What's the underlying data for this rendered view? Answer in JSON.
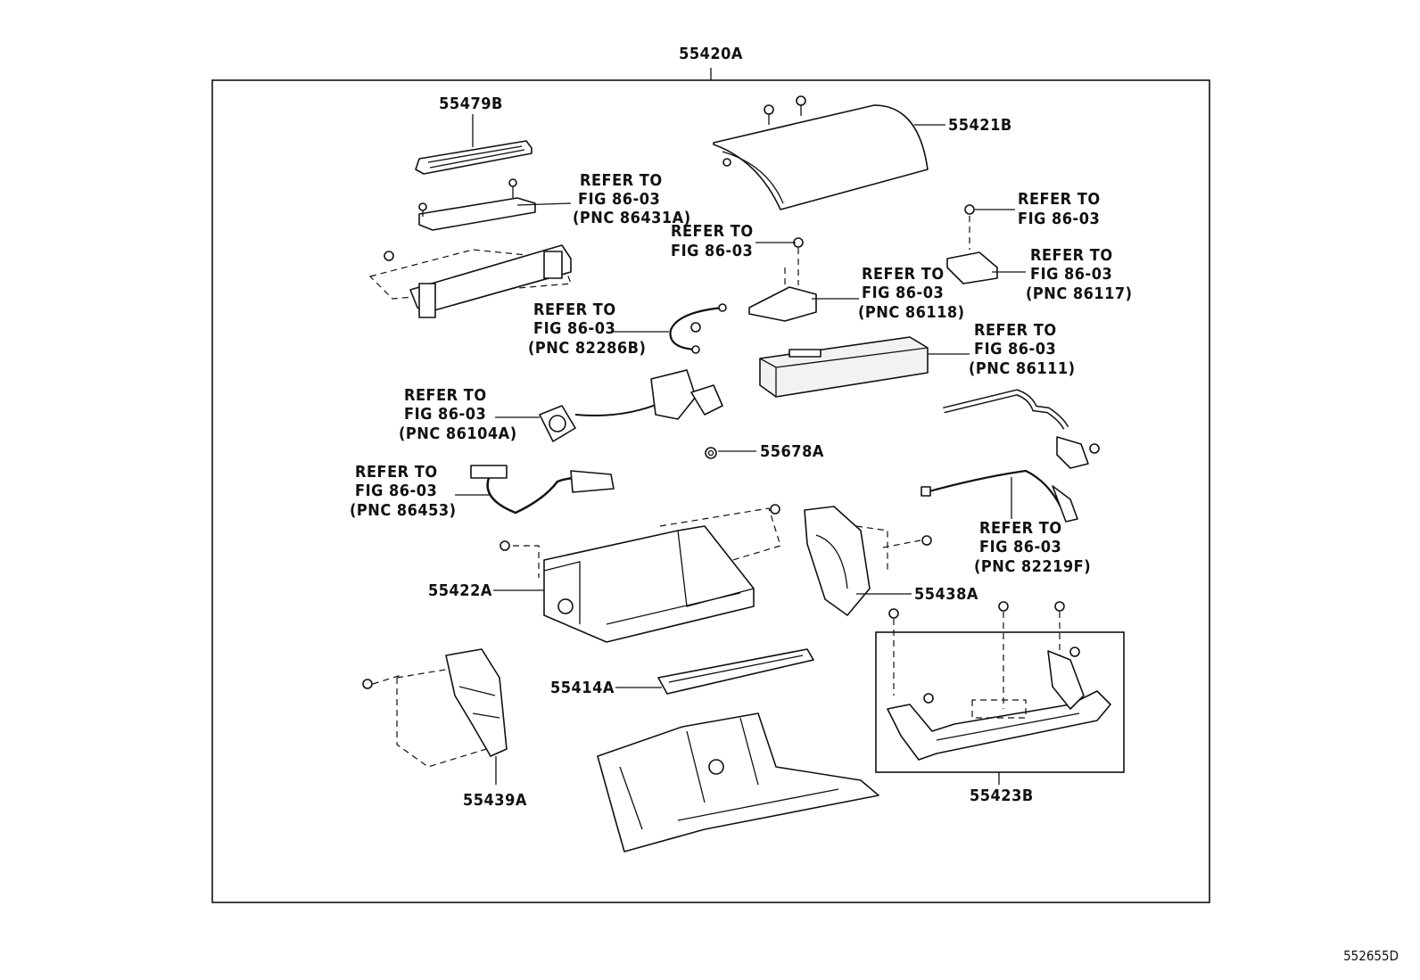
{
  "diagram_id": "552655D",
  "parts": {
    "p55420A": "55420A",
    "p55479B": "55479B",
    "p55421B": "55421B",
    "p55678A": "55678A",
    "p55422A": "55422A",
    "p55438A": "55438A",
    "p55414A": "55414A",
    "p55439A": "55439A",
    "p55423B": "55423B"
  },
  "refs": {
    "r86431A": {
      "l1": "REFER TO",
      "l2": "FIG 86-03",
      "l3": "(PNC 86431A)"
    },
    "r_fig_a": {
      "l1": "REFER TO",
      "l2": "FIG 86-03"
    },
    "r_fig_b": {
      "l1": "REFER TO",
      "l2": "FIG 86-03"
    },
    "r86117": {
      "l1": "REFER TO",
      "l2": "FIG 86-03",
      "l3": "(PNC 86117)"
    },
    "r86118": {
      "l1": "REFER TO",
      "l2": "FIG 86-03",
      "l3": "(PNC 86118)"
    },
    "r82286B": {
      "l1": "REFER TO",
      "l2": "FIG 86-03",
      "l3": "(PNC 82286B)"
    },
    "r86111": {
      "l1": "REFER TO",
      "l2": "FIG 86-03",
      "l3": "(PNC 86111)"
    },
    "r86104A": {
      "l1": "REFER TO",
      "l2": "FIG 86-03",
      "l3": "(PNC 86104A)"
    },
    "r86453": {
      "l1": "REFER TO",
      "l2": "FIG 86-03",
      "l3": "(PNC 86453)"
    },
    "r82219F": {
      "l1": "REFER TO",
      "l2": "FIG 86-03",
      "l3": "(PNC 82219F)"
    }
  }
}
